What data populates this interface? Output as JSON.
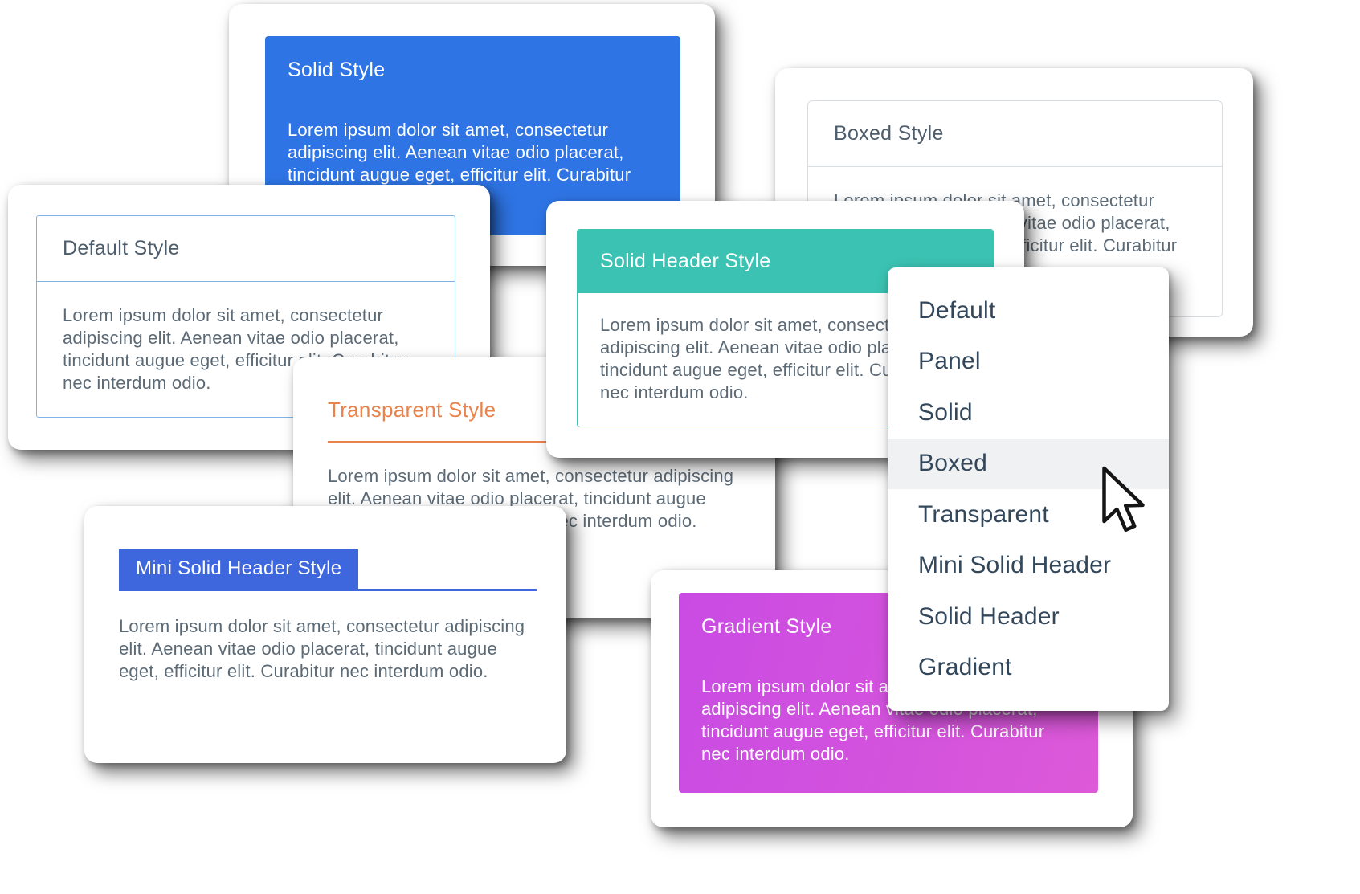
{
  "shared": {
    "lorem": "Lorem ipsum dolor sit amet, consectetur adipiscing elit. Aenean vitae odio placerat, tincidunt augue eget, efficitur elit. Curabitur nec interdum odio."
  },
  "cards": {
    "solid": {
      "title": "Solid Style"
    },
    "boxed": {
      "title": "Boxed Style"
    },
    "default": {
      "title": "Default Style"
    },
    "solid_header": {
      "title": "Solid Header Style"
    },
    "transparent": {
      "title": "Transparent Style"
    },
    "mini_solid_header": {
      "title": "Mini Solid Header Style"
    },
    "gradient": {
      "title": "Gradient Style"
    }
  },
  "dropdown": {
    "items": [
      {
        "label": "Default",
        "highlighted": false
      },
      {
        "label": "Panel",
        "highlighted": false
      },
      {
        "label": "Solid",
        "highlighted": false
      },
      {
        "label": "Boxed",
        "highlighted": true
      },
      {
        "label": "Transparent",
        "highlighted": false
      },
      {
        "label": "Mini Solid Header",
        "highlighted": false
      },
      {
        "label": "Solid Header",
        "highlighted": false
      },
      {
        "label": "Gradient",
        "highlighted": false
      }
    ]
  },
  "colors": {
    "solid_blue": "#2e74e4",
    "mini_blue": "#3e66dd",
    "teal": "#3bc2b2",
    "orange": "#e8834d",
    "magenta_start": "#c94be3",
    "magenta_end": "#dc59d8",
    "light_blue_border": "#7fb5e6",
    "gray_border": "#d8dde2",
    "body_text": "#5c6a76",
    "heading_text": "#4d5d6c",
    "menu_text": "#33475b",
    "menu_highlight": "#f0f1f2",
    "card_bg": "#ffffff"
  }
}
